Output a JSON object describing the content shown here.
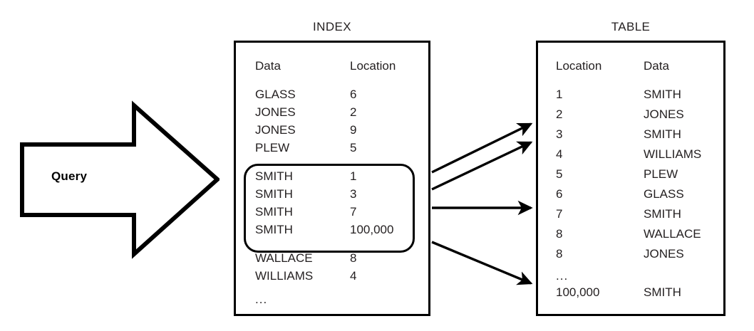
{
  "diagram": {
    "query": {
      "label": "Query",
      "icon": "right-arrow-block-icon"
    },
    "index_panel": {
      "title": "INDEX",
      "headers": {
        "col_a": "Data",
        "col_b": "Location"
      },
      "rows": [
        {
          "col_a": "GLASS",
          "col_b": "6"
        },
        {
          "col_a": "JONES",
          "col_b": "2"
        },
        {
          "col_a": "JONES",
          "col_b": "9"
        },
        {
          "col_a": "PLEW",
          "col_b": "5"
        },
        {
          "col_a": "SMITH",
          "col_b": "1"
        },
        {
          "col_a": "SMITH",
          "col_b": "3"
        },
        {
          "col_a": "SMITH",
          "col_b": "7"
        },
        {
          "col_a": "SMITH",
          "col_b": "100,000"
        },
        {
          "col_a": "WALLACE",
          "col_b": "8"
        },
        {
          "col_a": "WILLIAMS",
          "col_b": "4"
        },
        {
          "col_a": "...",
          "col_b": ""
        }
      ],
      "highlight": {
        "label": "matched-smith-rows",
        "first_row_index": 4,
        "last_row_index": 7
      }
    },
    "table_panel": {
      "title": "TABLE",
      "headers": {
        "col_a": "Location",
        "col_b": "Data"
      },
      "rows": [
        {
          "col_a": "1",
          "col_b": "SMITH"
        },
        {
          "col_a": "2",
          "col_b": "JONES"
        },
        {
          "col_a": "3",
          "col_b": "SMITH"
        },
        {
          "col_a": "4",
          "col_b": "WILLIAMS"
        },
        {
          "col_a": "5",
          "col_b": "PLEW"
        },
        {
          "col_a": "6",
          "col_b": "GLASS"
        },
        {
          "col_a": "7",
          "col_b": "SMITH"
        },
        {
          "col_a": "8",
          "col_b": "WALLACE"
        },
        {
          "col_a": "8",
          "col_b": "JONES"
        },
        {
          "col_a": "...",
          "col_b": ""
        },
        {
          "col_a": "100,000",
          "col_b": "SMITH"
        }
      ]
    },
    "link_arrows": [
      {
        "name": "arrow-smith-1",
        "from_row": "SMITH 1",
        "to_row": "1 SMITH"
      },
      {
        "name": "arrow-smith-3",
        "from_row": "SMITH 3",
        "to_row": "3 SMITH"
      },
      {
        "name": "arrow-smith-7",
        "from_row": "SMITH 7",
        "to_row": "7 SMITH"
      },
      {
        "name": "arrow-smith-100000",
        "from_row": "SMITH 100,000",
        "to_row": "100,000 SMITH"
      }
    ],
    "colors": {
      "stroke": "#000000",
      "text": "#231f20",
      "background": "#ffffff"
    }
  }
}
